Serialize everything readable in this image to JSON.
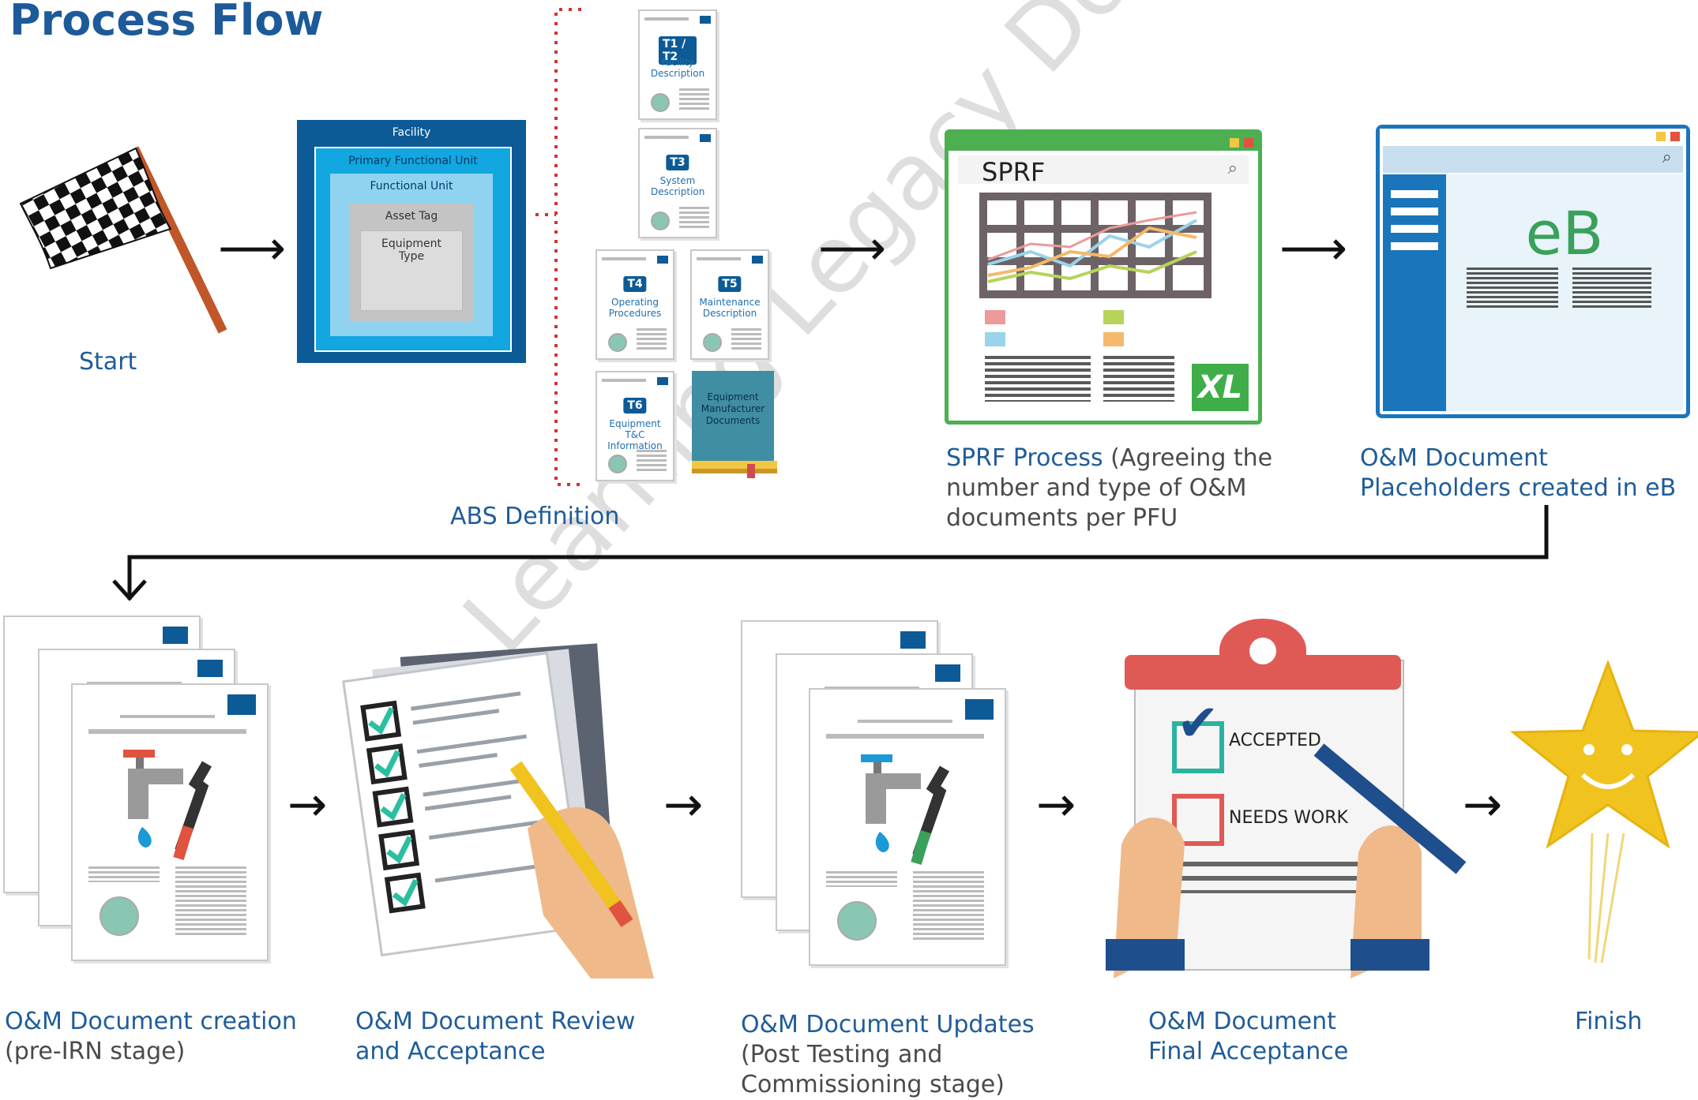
{
  "title": "Process Flow",
  "watermark": "Learning Legacy Document",
  "start_label": "Start",
  "facility": {
    "level1": "Facility",
    "level2": "Primary Functional Unit",
    "level3": "Functional Unit",
    "level4": "Asset Tag",
    "level5": "Equipment Type"
  },
  "abs_label": "ABS Definition",
  "cards": {
    "t12": {
      "badge": "T1 / T2",
      "text": "Facility Description"
    },
    "t3": {
      "badge": "T3",
      "text": "System Description"
    },
    "t4": {
      "badge": "T4",
      "text": "Operating Procedures"
    },
    "t5": {
      "badge": "T5",
      "text": "Maintenance Description"
    },
    "t6": {
      "badge": "T6",
      "text": "Equipment T&C Information"
    },
    "book": "Equipment Manufacturer Documents"
  },
  "sprf": {
    "window_title": "SPRF",
    "badge": "XL",
    "label_main": "SPRF Process",
    "label_rest": " (Agreeing the number and type of O&M documents per PFU"
  },
  "eb": {
    "logo": "eB",
    "label": "O&M Document Placeholders created in eB"
  },
  "steps": {
    "creation_title": "O&M Document creation",
    "creation_sub": "(pre-IRN stage)",
    "review_title": "O&M Document Review and Acceptance",
    "updates_title": "O&M Document Updates",
    "updates_sub": "(Post Testing and Commissioning stage)",
    "final_title": "O&M Document Final Acceptance",
    "finish": "Finish"
  },
  "clipboard": {
    "accepted": "ACCEPTED",
    "needs_work": "NEEDS WORK"
  },
  "colors": {
    "brand": "#0d5b96",
    "sprf_green": "#4caf50",
    "eb_blue": "#1b75bb",
    "clip_red": "#e05a55",
    "star": "#f0c31e"
  }
}
